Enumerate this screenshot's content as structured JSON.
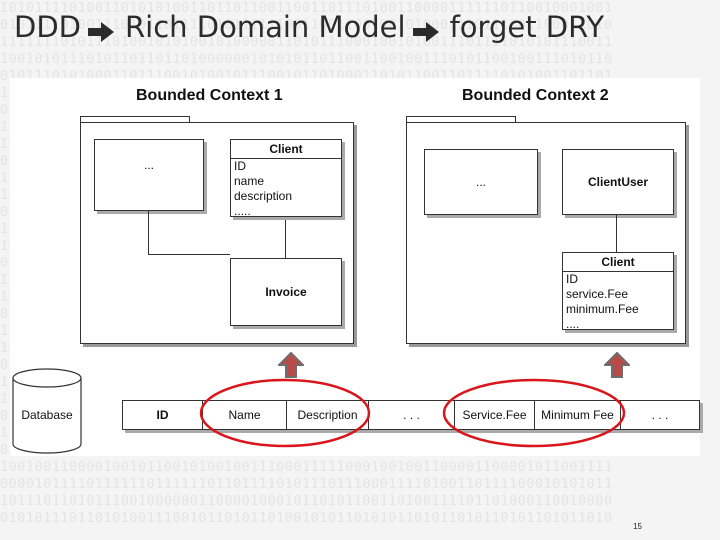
{
  "title": {
    "part1": "DDD",
    "part2": "Rich Domain Model",
    "part3": "forget DRY"
  },
  "contexts": [
    {
      "title": "Bounded Context 1",
      "ellipsis_box": "...",
      "client_class": {
        "name": "Client",
        "attributes": [
          "ID",
          "name",
          "description",
          "....."
        ]
      },
      "invoice_box": "Invoice"
    },
    {
      "title": "Bounded Context 2",
      "ellipsis_box": "...",
      "clientuser_box": "ClientUser",
      "client_class": {
        "name": "Client",
        "attributes": [
          "ID",
          "service.Fee",
          "minimum.Fee",
          "...."
        ]
      }
    }
  ],
  "database_label": "Database",
  "table_columns": [
    "ID",
    "Name",
    "Description",
    ". . .",
    "Service.Fee",
    "Minimum Fee",
    ". . ."
  ],
  "colors": {
    "highlight_ellipse": "#d8161c",
    "arrow_fill": "#b94a4a",
    "arrow_stroke": "#6d6d6d"
  },
  "page_number": "15"
}
